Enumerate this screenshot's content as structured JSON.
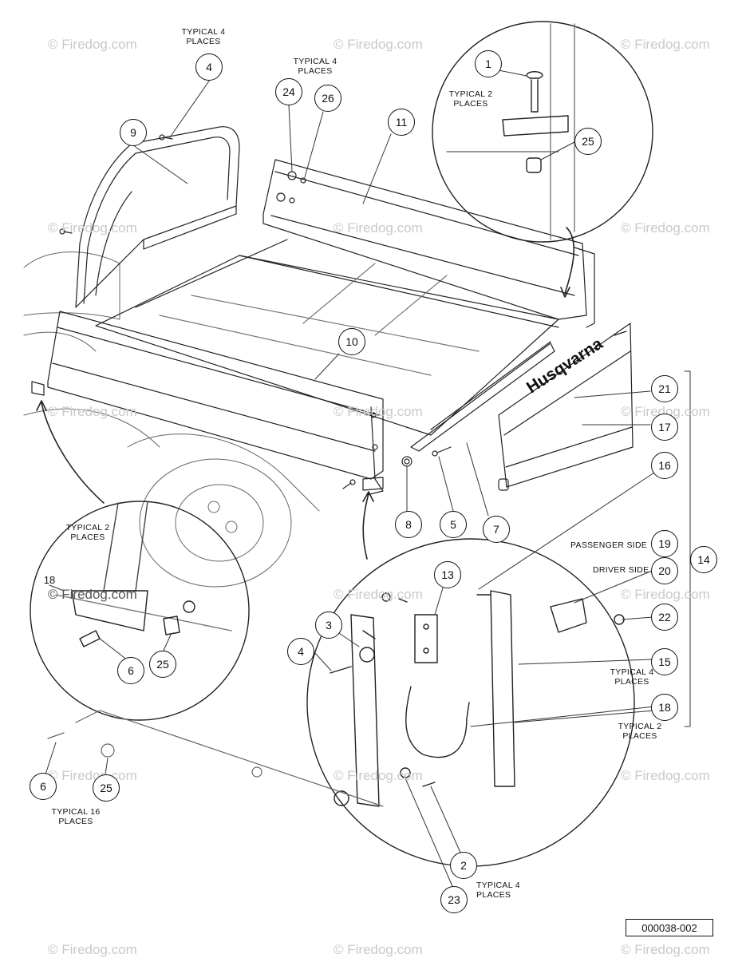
{
  "watermark": "© Firedog.com",
  "reference_number": "000038-002",
  "brand_logo_text": "Husqvarna",
  "callouts": {
    "c1": "1",
    "c2": "2",
    "c3": "3",
    "c4a": "4",
    "c4b": "4",
    "c5": "5",
    "c6a": "6",
    "c6b": "6",
    "c7": "7",
    "c8": "8",
    "c9": "9",
    "c10": "10",
    "c11": "11",
    "c13": "13",
    "c14": "14",
    "c15": "15",
    "c16": "16",
    "c17": "17",
    "c18": "18",
    "c19": "19",
    "c20": "20",
    "c21": "21",
    "c22": "22",
    "c23": "23",
    "c24": "24",
    "c25a": "25",
    "c25b": "25",
    "c25c": "25",
    "c26": "26",
    "c18_partial": "18"
  },
  "notes": {
    "typical4_top_left": "TYPICAL 4\nPLACES",
    "typical4_top_mid": "TYPICAL 4\nPLACES",
    "typical2_circle_top": "TYPICAL 2\nPLACES",
    "typical2_circle_left": "TYPICAL 2\nPLACES",
    "typical16": "TYPICAL 16\nPLACES",
    "typical4_bottom": "TYPICAL 4\nPLACES",
    "typical4_right": "TYPICAL 4\nPLACES",
    "typical2_right": "TYPICAL 2\nPLACES",
    "passenger_side": "PASSENGER SIDE",
    "driver_side": "DRIVER SIDE"
  }
}
